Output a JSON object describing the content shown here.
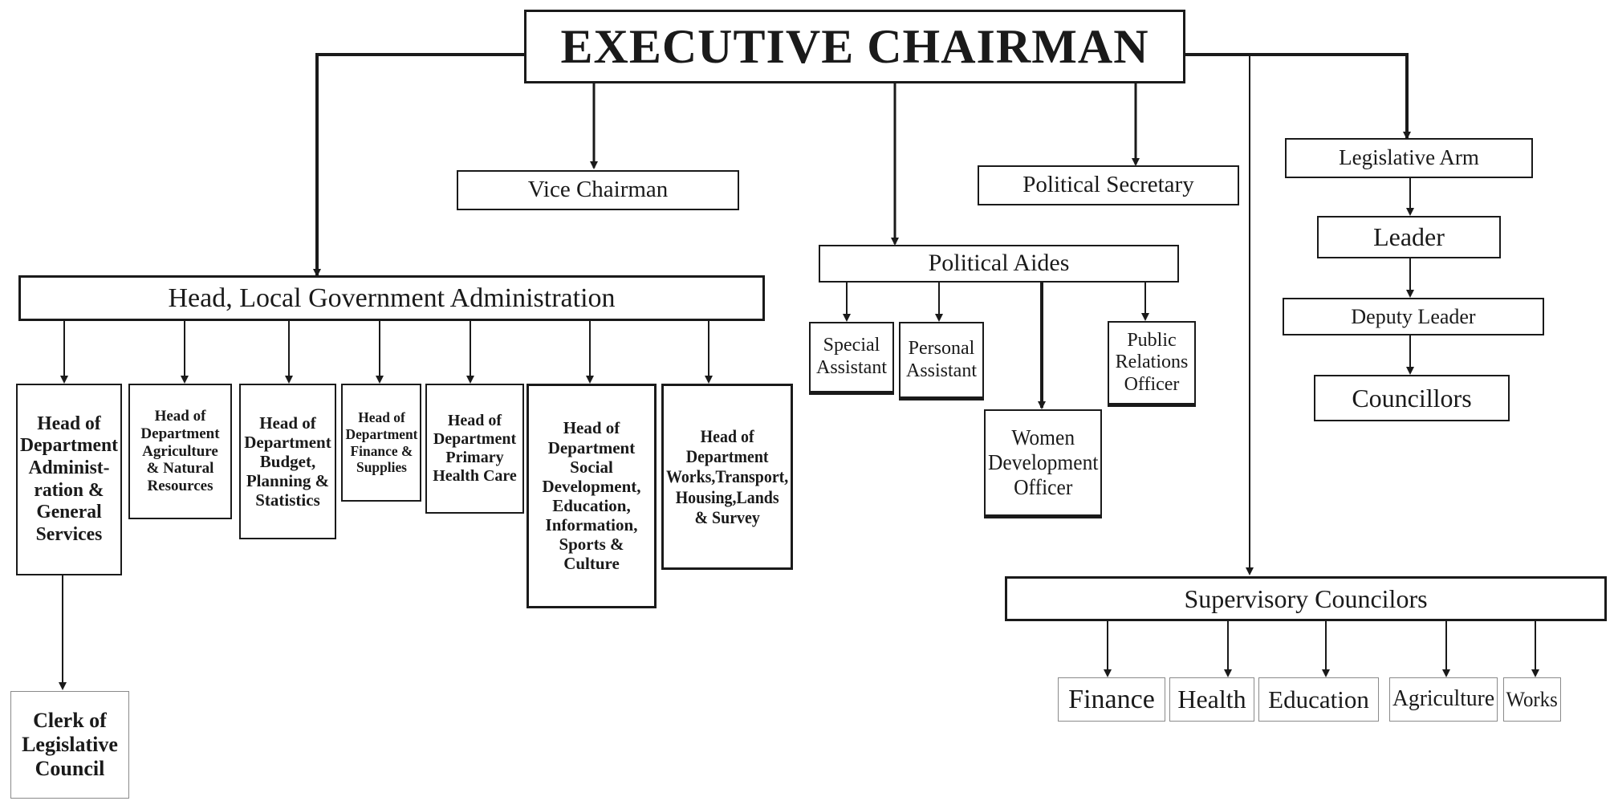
{
  "chart": {
    "root": "EXECUTIVE CHAIRMAN",
    "vice_chairman": "Vice Chairman",
    "political_secretary": "Political Secretary",
    "legislative_arm": "Legislative Arm",
    "leader": "Leader",
    "deputy_leader": "Deputy Leader",
    "councillors": "Councillors",
    "political_aides": "Political Aides",
    "special_assistant": "Special\nAssistant",
    "personal_assistant": "Personal\nAssistant",
    "women_development_officer": "Women\nDevelopment\nOfficer",
    "public_relations_officer": "Public\nRelations\nOfficer",
    "head_lga": "Head, Local Government Administration",
    "hod_admin": "Head of\nDepartment\nAdminist-\nration &\nGeneral\nServices",
    "hod_agric": "Head of\nDepartment\nAgriculture\n& Natural\nResources",
    "hod_budget": "Head of\nDepartment\nBudget,\nPlanning &\nStatistics",
    "hod_finance": "Head of\nDepartment\nFinance &\nSupplies",
    "hod_phc": "Head of\nDepartment\nPrimary\nHealth Care",
    "hod_social": "Head of\nDepartment\nSocial Development,\nEducation,\nInformation,\nSports & Culture",
    "hod_works": "Head of\nDepartment\nWorks,Transport,\nHousing,Lands\n& Survey",
    "clerk": "Clerk of\nLegislative\nCouncil",
    "supervisory_councilors": "Supervisory Councilors",
    "sc_finance": "Finance",
    "sc_health": "Health",
    "sc_education": "Education",
    "sc_agriculture": "Agriculture",
    "sc_works": "Works"
  },
  "colors": {
    "line": "#1a1a1a",
    "box_border": "#1a1a1a",
    "light_border": "#8a8a8a"
  }
}
